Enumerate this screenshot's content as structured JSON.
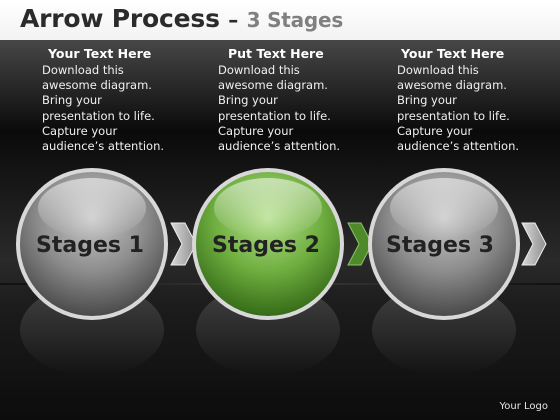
{
  "title": "Arrow Process",
  "title_dash": "–",
  "subtitle": "3 Stages",
  "columns": [
    {
      "heading": "Your Text Here",
      "lines": [
        "Download this",
        "awesome diagram.",
        "Bring your",
        "presentation to life.",
        "Capture your",
        "audience’s attention."
      ]
    },
    {
      "heading": "Put Text Here",
      "lines": [
        "Download this",
        "awesome diagram.",
        "Bring your",
        "presentation to life.",
        "Capture your",
        "audience’s attention."
      ]
    },
    {
      "heading": "Your Text Here",
      "lines": [
        "Download this",
        "awesome diagram.",
        "Bring your",
        "presentation to life.",
        "Capture your",
        "audience’s attention."
      ]
    }
  ],
  "stages": [
    {
      "label": "Stages 1",
      "color": "#8a8a8a"
    },
    {
      "label": "Stages 2",
      "color": "#7ab04a"
    },
    {
      "label": "Stages 3",
      "color": "#8a8a8a"
    }
  ],
  "arrow_colors": [
    "#b4b4b4",
    "#4f8a2a",
    "#b4b4b4"
  ],
  "logo": "Your Logo"
}
